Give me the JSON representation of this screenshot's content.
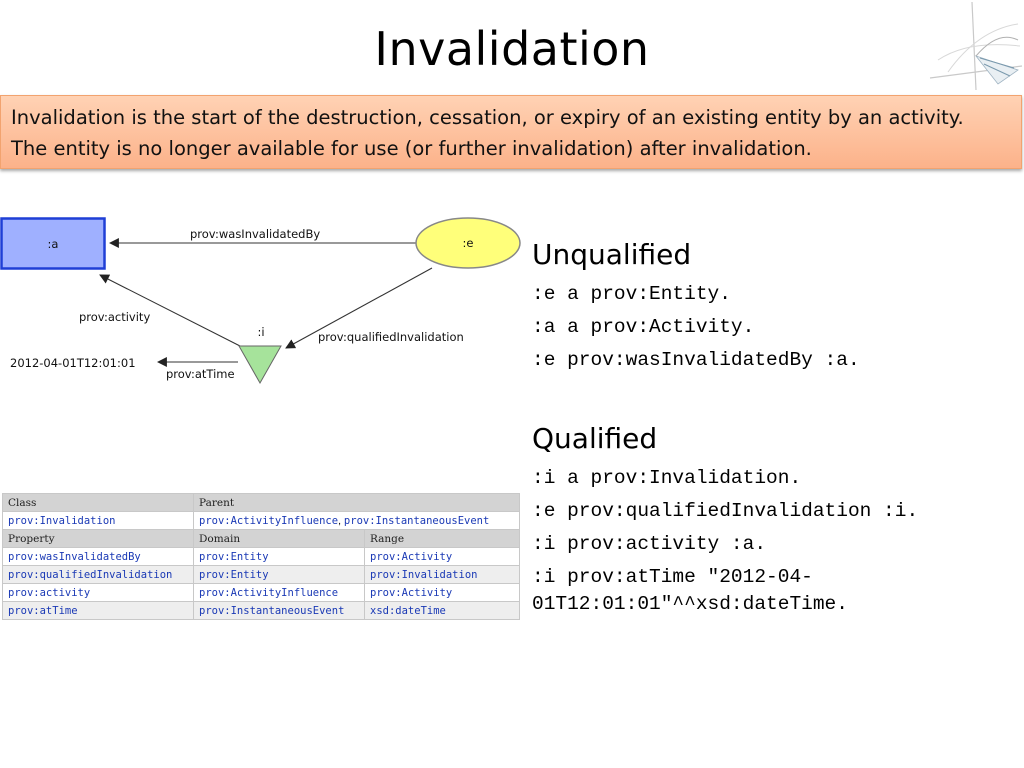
{
  "title": "Invalidation",
  "definition": {
    "line1": "Invalidation is the start of the destruction, cessation, or expiry of an existing entity by an activity.",
    "line2": "The entity is no longer available for use (or further invalidation) after invalidation."
  },
  "diagram": {
    "activity_label": ":a",
    "entity_label": ":e",
    "invalidation_label": ":i",
    "time_value": "2012-04-01T12:01:01",
    "edges": {
      "was_invalidated_by": "prov:wasInvalidatedBy",
      "activity": "prov:activity",
      "qualified_invalidation": "prov:qualifiedInvalidation",
      "at_time": "prov:atTime"
    },
    "colors": {
      "activity_fill": "#9fb0ff",
      "activity_stroke": "#1f3fd6",
      "entity_fill": "#ffff7a",
      "entity_stroke": "#888888",
      "invalidation_fill": "#a6e39b"
    }
  },
  "table": {
    "class_headers": [
      "Class",
      "Parent"
    ],
    "class_row": {
      "class": "prov:Invalidation",
      "parent1": "prov:ActivityInfluence",
      "sep": ", ",
      "parent2": "prov:InstantaneousEvent"
    },
    "property_headers": [
      "Property",
      "Domain",
      "Range"
    ],
    "property_rows": [
      [
        "prov:wasInvalidatedBy",
        "prov:Entity",
        "prov:Activity"
      ],
      [
        "prov:qualifiedInvalidation",
        "prov:Entity",
        "prov:Invalidation"
      ],
      [
        "prov:activity",
        "prov:ActivityInfluence",
        "prov:Activity"
      ],
      [
        "prov:atTime",
        "prov:InstantaneousEvent",
        "xsd:dateTime"
      ]
    ]
  },
  "unqualified": {
    "heading": "Unqualified",
    "lines": [
      ":e a prov:Entity.",
      ":a a prov:Activity.",
      ":e prov:wasInvalidatedBy :a."
    ]
  },
  "qualified": {
    "heading": "Qualified",
    "lines": [
      ":i a prov:Invalidation.",
      ":e prov:qualifiedInvalidation :i.",
      ":i prov:activity :a.",
      ":i prov:atTime \"2012-04-",
      "01T12:01:01\"^^xsd:dateTime."
    ]
  }
}
